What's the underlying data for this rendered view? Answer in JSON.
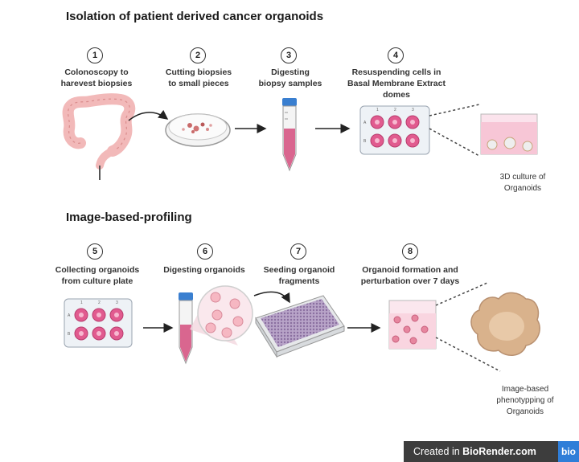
{
  "sections": {
    "isolation_title": "Isolation of patient derived cancer organoids",
    "profiling_title": "Image-based-profiling"
  },
  "steps": [
    {
      "num": "1",
      "label": "Colonoscopy to\nharevest biopsies"
    },
    {
      "num": "2",
      "label": "Cutting biopsies\nto small pieces"
    },
    {
      "num": "3",
      "label": "Digesting\nbiopsy samples"
    },
    {
      "num": "4",
      "label": "Resuspending cells in\nBasal Membrane Extract\ndomes"
    },
    {
      "num": "5",
      "label": "Collecting organoids\nfrom culture plate"
    },
    {
      "num": "6",
      "label": "Digesting organoids"
    },
    {
      "num": "7",
      "label": "Seeding organoid\nfragments"
    },
    {
      "num": "8",
      "label": "Organoid formation and\nperturbation over 7 days"
    }
  ],
  "notes": {
    "culture": "3D culture of\nOrganoids",
    "phenotyping": "Image-based\nphenotypping of\nOrganoids"
  },
  "plate_labels": {
    "cols": [
      "1",
      "2",
      "3"
    ],
    "rows": [
      "A",
      "B"
    ]
  },
  "badge": {
    "created_in": "Created in ",
    "brand": "BioRender.com",
    "logo": "bio"
  },
  "colors": {
    "well_pink": "#e15b8f",
    "tissue": "#f3c6c8",
    "medium": "#f7c6d6",
    "organoid": "#d9b28c"
  }
}
